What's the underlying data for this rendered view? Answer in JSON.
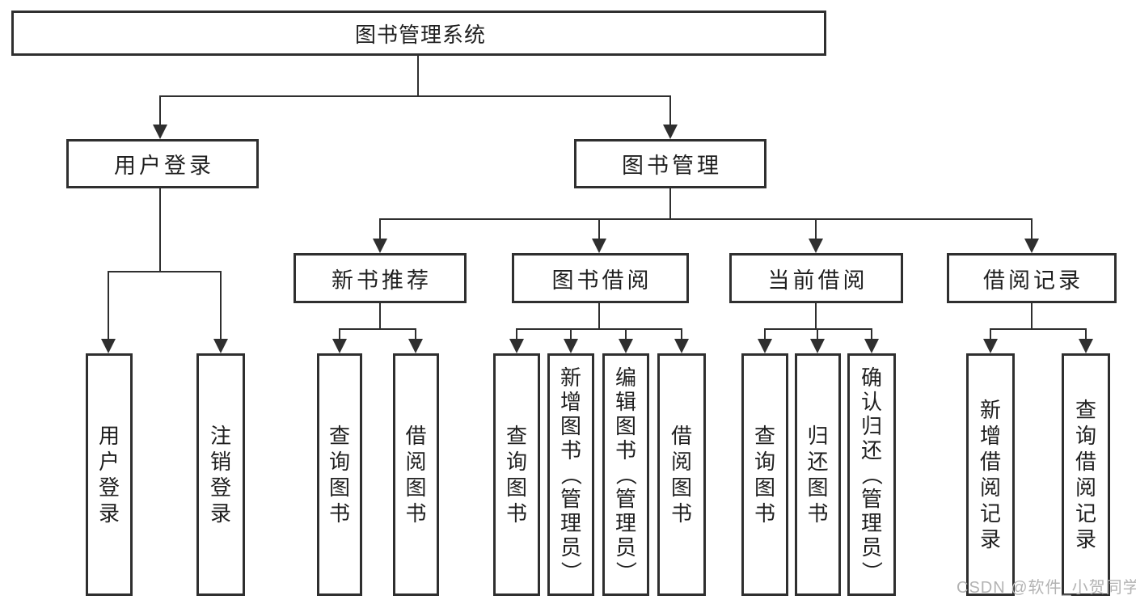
{
  "diagram": {
    "root": {
      "label": "图书管理系统",
      "children": [
        {
          "label": "用户登录",
          "children": [
            {
              "label": "用户登录"
            },
            {
              "label": "注销登录"
            }
          ]
        },
        {
          "label": "图书管理",
          "children": [
            {
              "label": "新书推荐",
              "children": [
                {
                  "label": "查询图书"
                },
                {
                  "label": "借阅图书"
                }
              ]
            },
            {
              "label": "图书借阅",
              "children": [
                {
                  "label": "查询图书"
                },
                {
                  "label": "新增图书（管理员）"
                },
                {
                  "label": "编辑图书（管理员）"
                },
                {
                  "label": "借阅图书"
                }
              ]
            },
            {
              "label": "当前借阅",
              "children": [
                {
                  "label": "查询图书"
                },
                {
                  "label": "归还图书"
                },
                {
                  "label": "确认归还（管理员）"
                }
              ]
            },
            {
              "label": "借阅记录",
              "children": [
                {
                  "label": "新增借阅记录"
                },
                {
                  "label": "查询借阅记录"
                }
              ]
            }
          ]
        }
      ]
    },
    "watermark": "CSDN @软件_小贺同学",
    "colors": {
      "line": "#2f2f2f",
      "text": "#1f1f1f",
      "background": "#ffffff",
      "watermark": "#b3b3b3"
    }
  }
}
